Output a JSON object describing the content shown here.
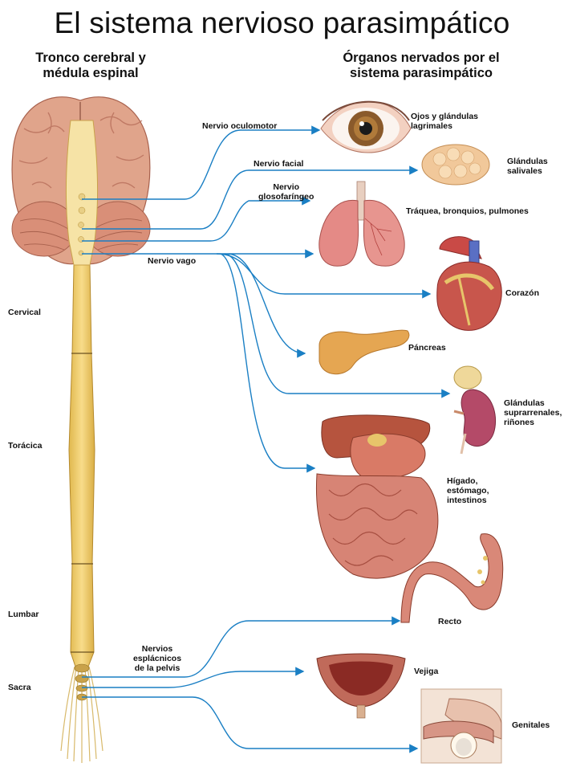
{
  "title": "El sistema nervioso parasimpático",
  "headings": {
    "left_line1": "Tronco cerebral y",
    "left_line2": "médula espinal",
    "right_line1": "Órganos nervados por el",
    "right_line2": "sistema parasimpático"
  },
  "nerves": {
    "oculomotor": "Nervio oculomotor",
    "facial": "Nervio facial",
    "glosso_line1": "Nervio",
    "glosso_line2": "glosofaríngeo",
    "vago": "Nervio vago",
    "pelvic_line1": "Nervios",
    "pelvic_line2": "esplácnicos",
    "pelvic_line3": "de la pelvis"
  },
  "organs": {
    "eyes_line1": "Ojos y glándulas",
    "eyes_line2": "lagrimales",
    "salivary_line1": "Glándulas",
    "salivary_line2": "salivales",
    "lungs": "Tráquea, bronquios, pulmones",
    "heart": "Corazón",
    "pancreas": "Páncreas",
    "adrenal_line1": "Glándulas",
    "adrenal_line2": "suprarrenales,",
    "adrenal_line3": "riñones",
    "gut_line1": "Hígado,",
    "gut_line2": "estómago,",
    "gut_line3": "intestinos",
    "rectum": "Recto",
    "bladder": "Vejiga",
    "genitals": "Genitales"
  },
  "spine_segments": {
    "cervical": "Cervical",
    "thoracic": "Torácica",
    "lumbar": "Lumbar",
    "sacral": "Sacra"
  },
  "colors": {
    "nerve_line": "#1a7fc4",
    "spinal_cord": "#f2cf6e",
    "brain": "#e3a08a",
    "organ_flesh": "#d9776a",
    "gland": "#f0c98a"
  }
}
